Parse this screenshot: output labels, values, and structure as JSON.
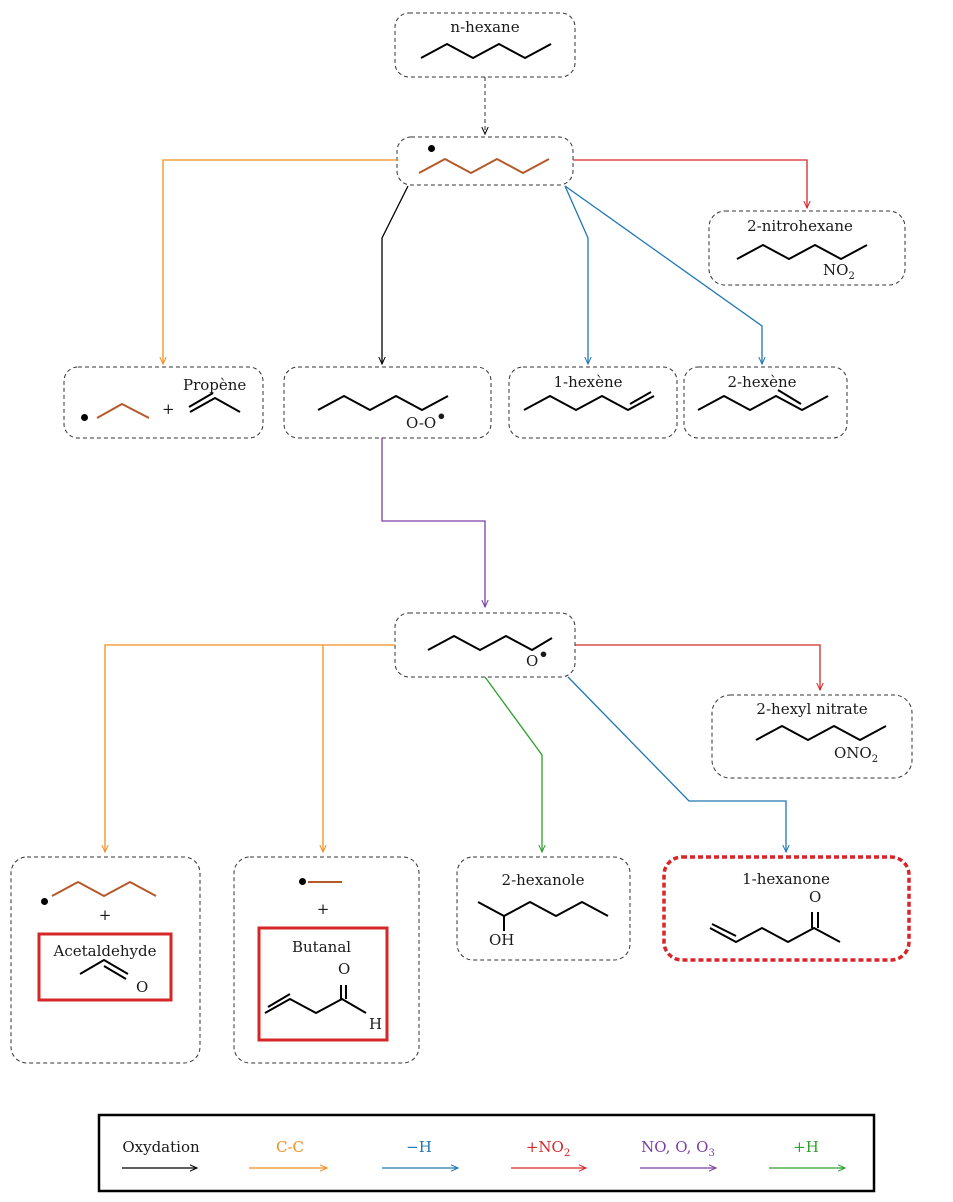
{
  "nodes": {
    "hexane": "n-hexane",
    "nitrohexane": "2-nitrohexane",
    "nitrohexane_sub": "NO",
    "nitrohexane_sub2": "2",
    "propene": "Propène",
    "plus1": "+",
    "peroxy": "O-O",
    "hexene1": "1-hexène",
    "hexene2": "2-hexène",
    "alkoxy": "O",
    "hexyl_nitrate": "2-hexyl nitrate",
    "nitrate_sub": "ONO",
    "nitrate_sub2": "2",
    "plus2": "+",
    "acetaldehyde": "Acetaldehyde",
    "acetaldehyde_o": "O",
    "plus3": "+",
    "butanal": "Butanal",
    "butanal_o": "O",
    "butanal_h": "H",
    "hexanole": "2-hexanole",
    "hexanole_oh": "OH",
    "hexanone": "1-hexanone",
    "hexanone_o": "O"
  },
  "legend": {
    "oxidation": "Oxydation",
    "cc": "C-C",
    "h_minus": "−H",
    "no2": "+NO",
    "no2_sub": "2",
    "no_o": "NO, O, O",
    "no_o_sub": "3",
    "h_plus": "+H"
  },
  "colors": {
    "oxidation": "#000000",
    "cc": "#f28e1c",
    "h_minus": "#1f77b4",
    "no2": "#d62728",
    "no_o": "#7b3fa6",
    "h_plus": "#2ca02c",
    "radical_chain": "#b5592a",
    "highlight": "#d62728"
  }
}
